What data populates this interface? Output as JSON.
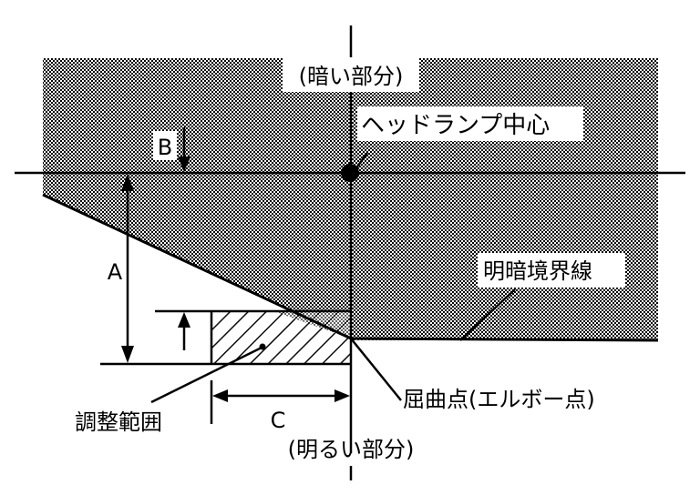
{
  "labels": {
    "dark_part": "(暗い部分)",
    "headlamp_center": "ヘッドランプ中心",
    "cutoff_line": "明暗境界線",
    "elbow_point": "屈曲点(エルボー点)",
    "adjustment_range": "調整範囲",
    "bright_part": "(明るい部分)",
    "dim_a": "A",
    "dim_b": "B",
    "dim_c": "C"
  },
  "colors": {
    "line": "#000000",
    "background": "#ffffff"
  }
}
